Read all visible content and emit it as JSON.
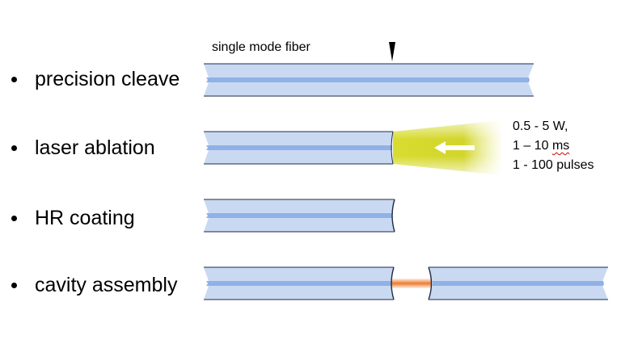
{
  "steps": [
    {
      "label": "precision cleave"
    },
    {
      "label": "laser ablation"
    },
    {
      "label": "HR coating"
    },
    {
      "label": "cavity assembly"
    }
  ],
  "fiber_label": "single mode fiber",
  "laser_params": {
    "line1": "0.5 - 5 W,",
    "line2_value": "1 – 10 ",
    "line2_unit": "ms",
    "line3": "1 - 100 pulses"
  },
  "colors": {
    "cladding": "#cad9f2",
    "cladding_edge": "#1f2a44",
    "core": "#8fb1e6",
    "laser_beam": "#d9dc30",
    "laser_arrow": "#ffffff",
    "gap_light": "#f07a2e",
    "marker": "#000000"
  },
  "icons": {
    "cleave_marker": "triangle-down-icon",
    "laser_direction": "arrow-left-icon"
  }
}
